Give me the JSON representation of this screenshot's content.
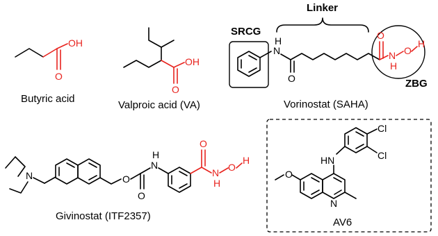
{
  "captions": {
    "butyric": "Butyric acid",
    "valproic": "Valproic acid (VA)",
    "vorinostat": "Vorinostat (SAHA)",
    "givinostat": "Givinostat (ITF2357)",
    "av6": "AV6"
  },
  "regions": {
    "srcg": "SRCG",
    "linker": "Linker",
    "zbg": "ZBG"
  },
  "atoms": {
    "o": "O",
    "oh": "OH",
    "h": "H",
    "n": "N",
    "hn": "HN",
    "cl": "Cl"
  },
  "colors": {
    "zbg_red": "#e8231e",
    "black": "#000000"
  }
}
